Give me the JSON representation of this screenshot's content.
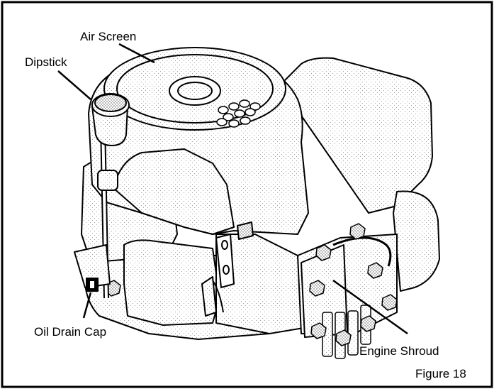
{
  "figure": {
    "caption": "Figure 18",
    "labels": {
      "air_screen": "Air Screen",
      "dipstick": "Dipstick",
      "oil_drain_cap": "Oil Drain Cap",
      "engine_shroud": "Engine Shroud"
    },
    "colors": {
      "line": "#000000",
      "fill": "#ffffff",
      "stipple": "#9a9a9a"
    }
  }
}
